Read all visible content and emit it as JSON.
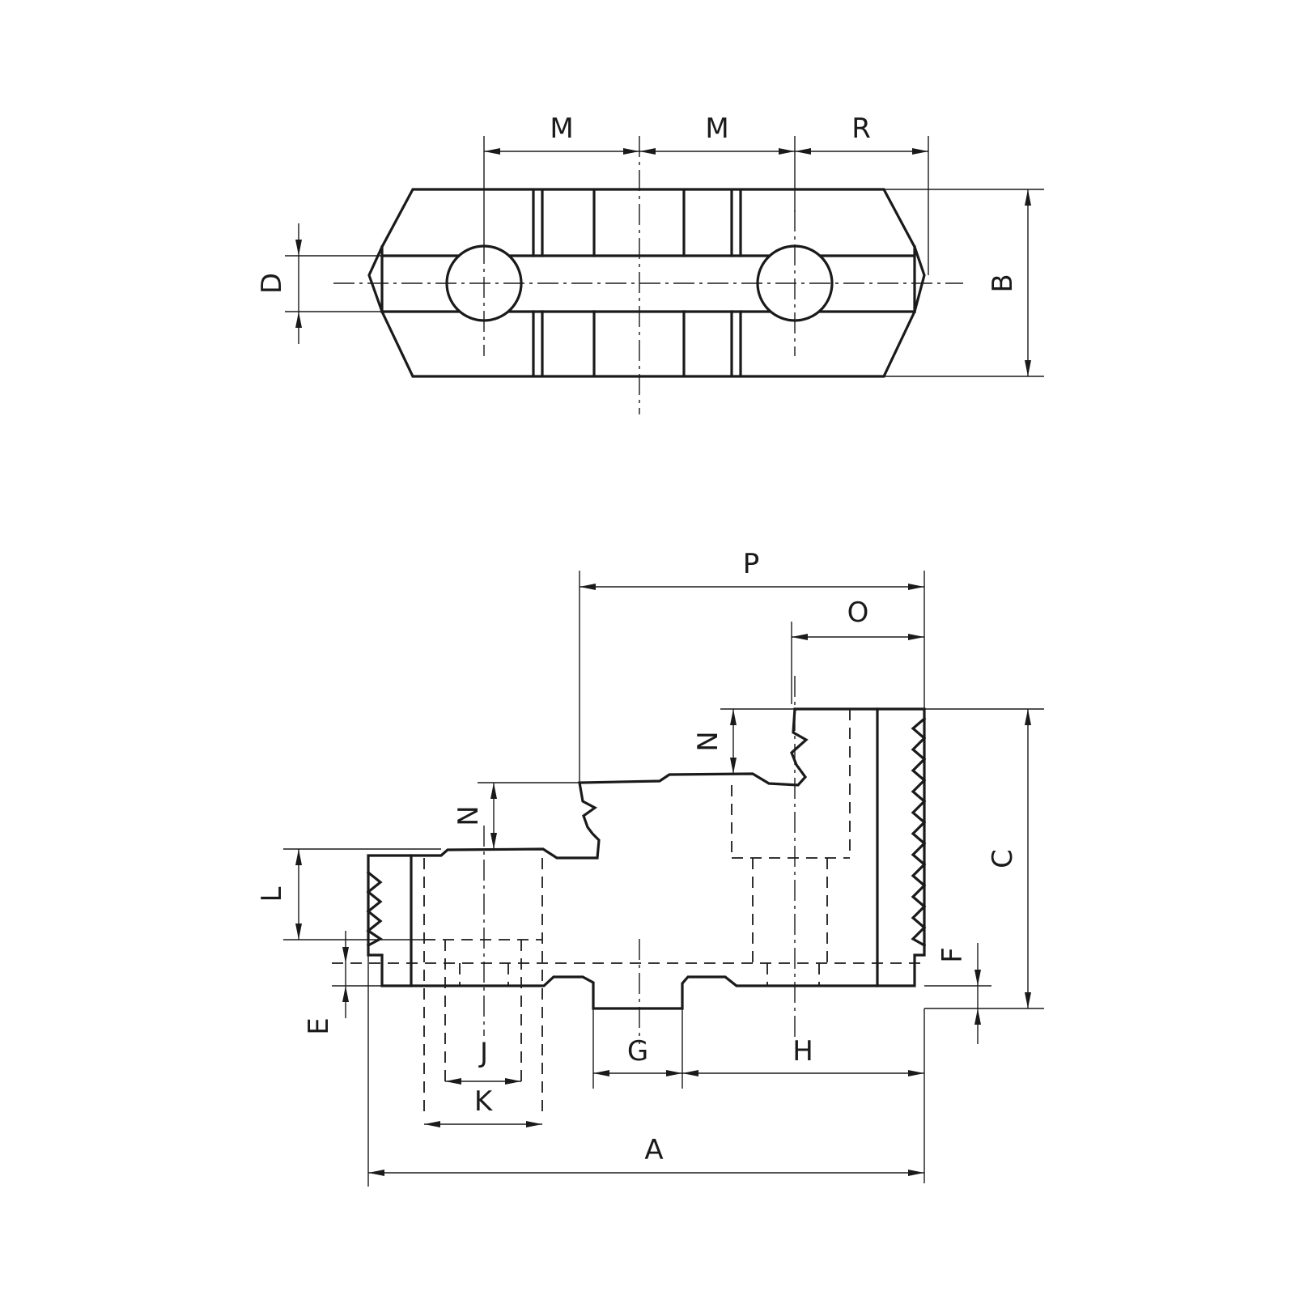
{
  "top_view": {
    "labels": {
      "m_left": "M",
      "m_right": "M",
      "r": "R",
      "d": "D",
      "b": "B"
    }
  },
  "side_view": {
    "labels": {
      "p": "P",
      "o": "O",
      "n_right": "N",
      "n_left": "N",
      "c": "C",
      "l": "L",
      "e": "E",
      "f": "F",
      "j": "J",
      "g": "G",
      "h": "H",
      "k": "K",
      "a": "A"
    }
  }
}
